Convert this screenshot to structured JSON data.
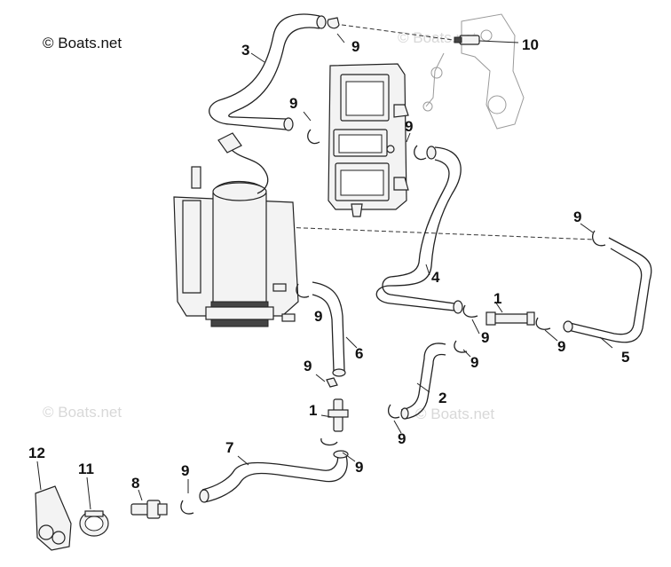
{
  "watermarks": {
    "main": "© Boats.net",
    "faint_1": "© Boats.net",
    "faint_2": "© Boats.net",
    "faint_3": "© Boats.net"
  },
  "callouts": {
    "c1a": "1",
    "c1b": "1",
    "c2": "2",
    "c3": "3",
    "c4": "4",
    "c5": "5",
    "c6": "6",
    "c7": "7",
    "c8": "8",
    "c9a": "9",
    "c9b": "9",
    "c9c": "9",
    "c9d": "9",
    "c9e": "9",
    "c9f": "9",
    "c9g": "9",
    "c9h": "9",
    "c9i": "9",
    "c9j": "9",
    "c9k": "9",
    "c9l": "9",
    "c10": "10",
    "c11": "11",
    "c12": "12"
  }
}
